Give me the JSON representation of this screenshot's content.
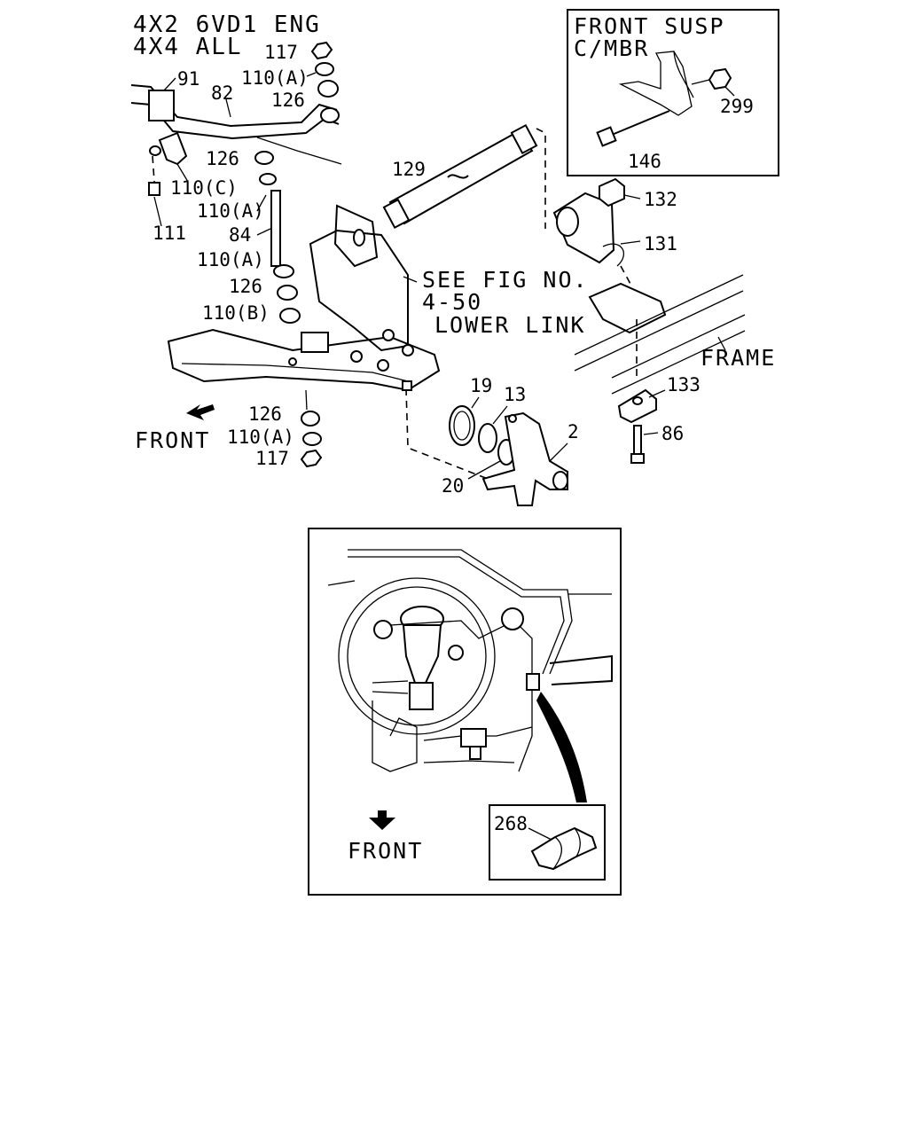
{
  "header": {
    "line1": "4X2 6VD1 ENG",
    "line2": "4X4 ALL"
  },
  "inset_top": {
    "title1": "FRONT SUSP",
    "title2": "C/MBR",
    "labels": {
      "p299": "299",
      "p146": "146"
    }
  },
  "callouts": {
    "p117a": "117",
    "p110a1": "110(A)",
    "p91": "91",
    "p82": "82",
    "p126a": "126",
    "p126b": "126",
    "p110c": "110(C)",
    "p110a2": "110(A)",
    "p111": "111",
    "p84": "84",
    "p110a3": "110(A)",
    "p126c": "126",
    "p110b": "110(B)",
    "p126d": "126",
    "p110a4": "110(A)",
    "p117b": "117",
    "p129": "129",
    "p132": "132",
    "p131": "131",
    "p19": "19",
    "p13": "13",
    "p2": "2",
    "p20": "20",
    "p133": "133",
    "p86": "86"
  },
  "notes": {
    "see_fig1": "SEE FIG NO.",
    "see_fig2": "4-50",
    "lower_link": "LOWER LINK",
    "frame": "FRAME",
    "front_top": "FRONT"
  },
  "inset_bottom": {
    "front": "FRONT",
    "detail": {
      "p268": "268"
    }
  }
}
